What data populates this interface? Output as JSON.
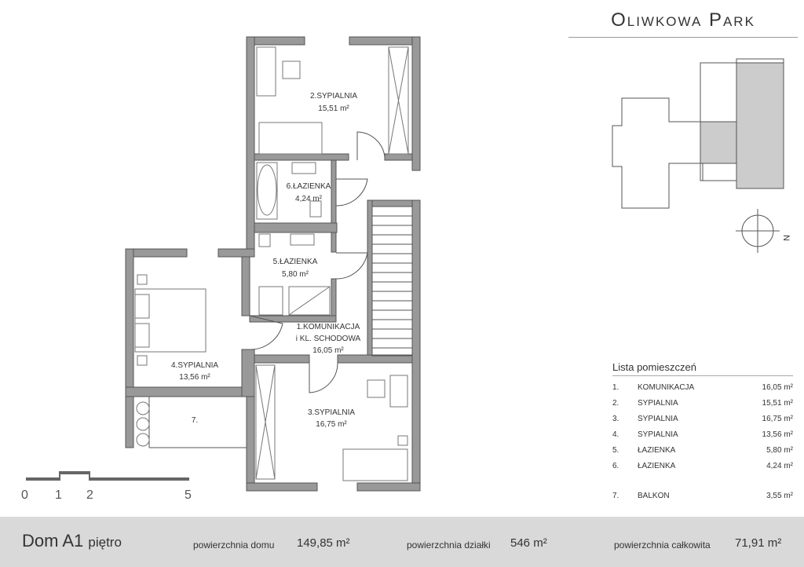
{
  "brand": "Oliwkowa Park",
  "rooms": [
    {
      "name": "2.SYPIALNIA",
      "area": "15,51 m²"
    },
    {
      "name": "6.ŁAZIENKA",
      "area": "4,24 m²"
    },
    {
      "name": "5.ŁAZIENKA",
      "area": "5,80 m²"
    },
    {
      "name": "1.KOMUNIKACJA",
      "name2": "i KL. SCHODOWA",
      "area": "16,05 m²"
    },
    {
      "name": "4.SYPIALNIA",
      "area": "13,56 m²"
    },
    {
      "name": "3.SYPIALNIA",
      "area": "16,75 m²"
    },
    {
      "name": "7.",
      "area": ""
    }
  ],
  "room_list": {
    "title": "Lista pomieszczeń",
    "items": [
      {
        "no": "1.",
        "name": "KOMUNIKACJA",
        "area": "16,05 m²"
      },
      {
        "no": "2.",
        "name": "SYPIALNIA",
        "area": "15,51 m²"
      },
      {
        "no": "3.",
        "name": "SYPIALNIA",
        "area": "16,75 m²"
      },
      {
        "no": "4.",
        "name": "SYPIALNIA",
        "area": "13,56 m²"
      },
      {
        "no": "5.",
        "name": "ŁAZIENKA",
        "area": "5,80 m²"
      },
      {
        "no": "6.",
        "name": "ŁAZIENKA",
        "area": "4,24 m²"
      },
      {
        "no": "7.",
        "name": "BALKON",
        "area": "3,55 m²"
      }
    ]
  },
  "scale_labels": [
    "0",
    "1",
    "2",
    "5"
  ],
  "compass_letter": "N",
  "footer": {
    "house": "Dom A1",
    "floor": "piętro",
    "house_area_label": "powierzchnia domu",
    "house_area": "149,85 m²",
    "plot_area_label": "powierzchnia działki",
    "plot_area": "546 m²",
    "total_area_label": "powierzchnia całkowita",
    "total_area": "71,91 m²"
  },
  "colors": {
    "wall": "#999999",
    "wall_edge": "#555555",
    "footer_bg": "#d9d9d9",
    "highlight": "#cccccc"
  }
}
